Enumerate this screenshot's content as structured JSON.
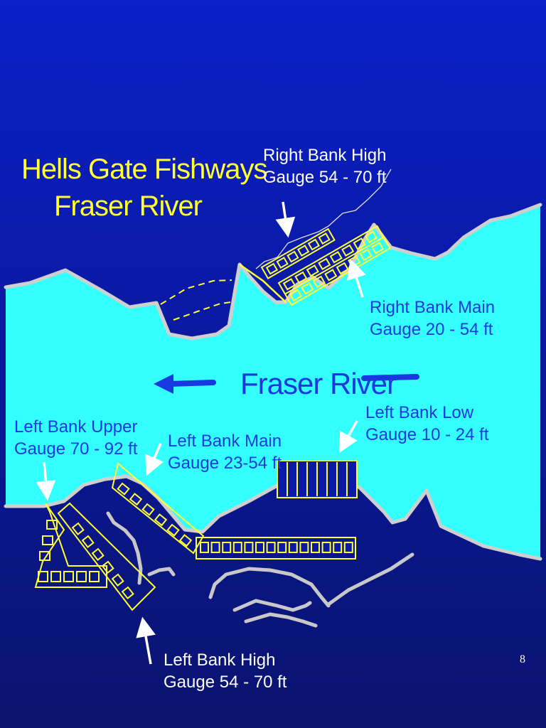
{
  "title": {
    "line1": "Hells Gate Fishways",
    "line2": "Fraser River"
  },
  "river_label": "Fraser River",
  "labels": {
    "right_bank_high": {
      "name": "Right Bank High",
      "gauge": "Gauge 54 - 70 ft"
    },
    "right_bank_main": {
      "name": "Right Bank Main",
      "gauge": "Gauge 20 - 54 ft"
    },
    "left_bank_low": {
      "name": "Left Bank Low",
      "gauge": "Gauge 10 - 24 ft"
    },
    "left_bank_upper": {
      "name": "Left Bank Upper",
      "gauge": "Gauge 70 - 92 ft"
    },
    "left_bank_main": {
      "name": "Left Bank Main",
      "gauge": "Gauge 23-54 ft"
    },
    "left_bank_high": {
      "name": "Left Bank High",
      "gauge": "Gauge 54 - 70 ft"
    }
  },
  "page_number": "8",
  "colors": {
    "background_top": "#0a20c8",
    "background_bottom": "#0a146e",
    "river": "#33ffff",
    "fishway_outline": "#ffff33",
    "bank_line": "#cfcfcf",
    "title": "#ffff33",
    "river_text": "#1a38e0",
    "annotation": "#ffffff"
  }
}
